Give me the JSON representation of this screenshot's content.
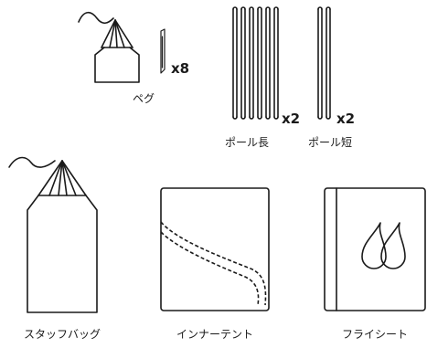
{
  "items": {
    "peg": {
      "label": "ペグ",
      "quantity": "x8"
    },
    "long_pole": {
      "label": "ポール長",
      "quantity": "x2"
    },
    "short_pole": {
      "label": "ポール短",
      "quantity": "x2"
    },
    "stuff_bag": {
      "label": "スタッフバッグ"
    },
    "inner_tent": {
      "label": "インナーテント"
    },
    "fly_sheet": {
      "label": "フライシート"
    }
  },
  "colors": {
    "line": "#1a1a1a",
    "background": "#ffffff"
  }
}
